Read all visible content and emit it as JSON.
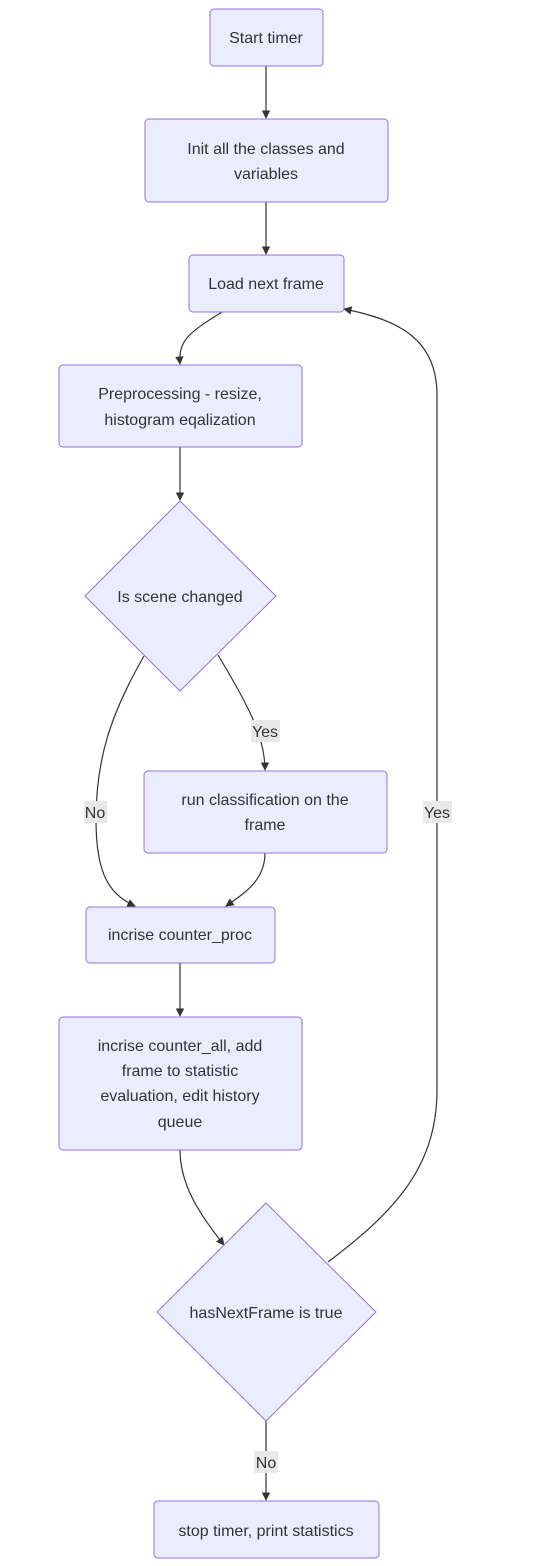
{
  "nodes": {
    "start_timer": {
      "label": "Start timer"
    },
    "init": {
      "line1": "Init all the classes and",
      "line2": "variables"
    },
    "load_frame": {
      "label": "Load next frame"
    },
    "preprocess": {
      "line1": "Preprocessing - resize,",
      "line2": "histogram eqalization"
    },
    "scene_changed": {
      "label": "Is scene changed"
    },
    "classify": {
      "line1": "run classification on the",
      "line2": "frame"
    },
    "counter_proc": {
      "label": "incrise counter_proc"
    },
    "counter_all": {
      "line1": "incrise counter_all, add",
      "line2": "frame to statistic",
      "line3": "evaluation, edit history",
      "line4": "queue"
    },
    "has_next": {
      "label": "hasNextFrame is true"
    },
    "stop": {
      "label": "stop timer, print statistics"
    }
  },
  "edges": {
    "scene_yes": "Yes",
    "scene_no": "No",
    "loop_yes": "Yes",
    "end_no": "No"
  },
  "colors": {
    "node_fill": "#ececff",
    "node_stroke": "#9370db",
    "edge": "#333333",
    "label_bg": "#e8e8e8"
  }
}
